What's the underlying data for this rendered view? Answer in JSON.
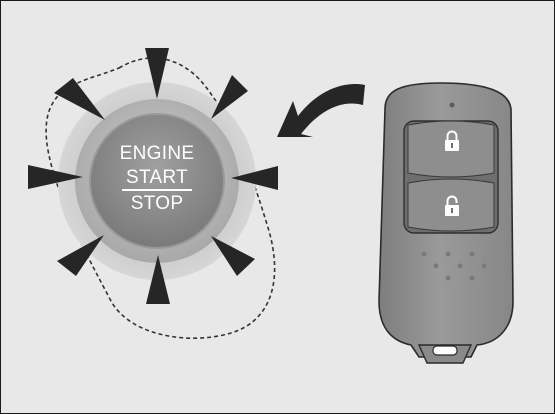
{
  "push_button": {
    "line1": "ENGINE",
    "line2": "START",
    "line3": "STOP"
  },
  "icons": {
    "button": "engine-start-stop-button",
    "motion": "curved-arrow-icon",
    "key_fob": "smart-key-fob",
    "lock": "lock-icon",
    "unlock": "unlock-icon"
  },
  "colors": {
    "background": "#e8e8e8",
    "arrow_fill": "#2a2a2a",
    "button_face": "#8c8c8c",
    "fob_body": "#8f8f8f"
  }
}
